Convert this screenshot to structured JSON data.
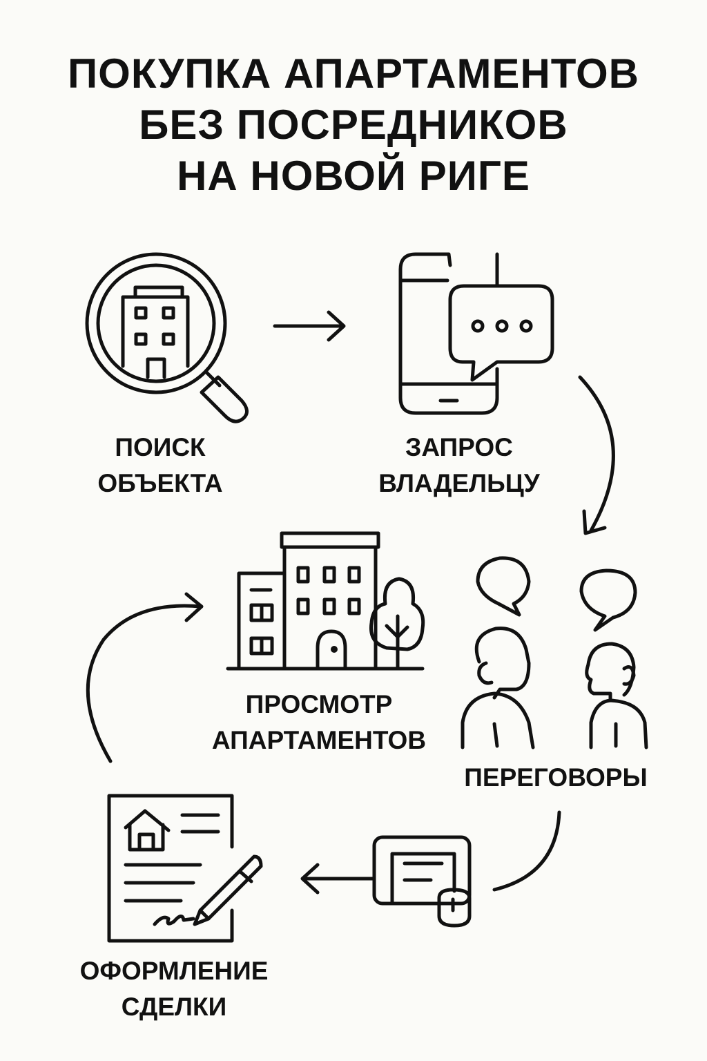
{
  "title": {
    "line1": "ПОКУПКА АПАРТАМЕНТОВ",
    "line2": "БЕЗ ПОСРЕДНИКОВ",
    "line3": "НА НОВОЙ РИГЕ"
  },
  "steps": [
    {
      "line1": "ПОИСК",
      "line2": "ОБЪЕКТА",
      "icon": "magnifier-building-icon"
    },
    {
      "line1": "ЗАПРОС",
      "line2": "ВЛАДЕЛЬЦУ",
      "icon": "phone-chat-icon"
    },
    {
      "line1": "ПЕРЕГОВОРЫ",
      "icon": "people-talking-icon"
    },
    {
      "line1": "ОФОРМЛЕНИЕ",
      "line2": "СДЕЛКИ",
      "icon": "contract-signing-icon"
    },
    {
      "line1": "ПРОСМОТР",
      "line2": "АПАРТАМЕНТОВ",
      "icon": "buildings-icon"
    }
  ],
  "colors": {
    "ink": "#111111",
    "background": "#fbfbf8"
  }
}
